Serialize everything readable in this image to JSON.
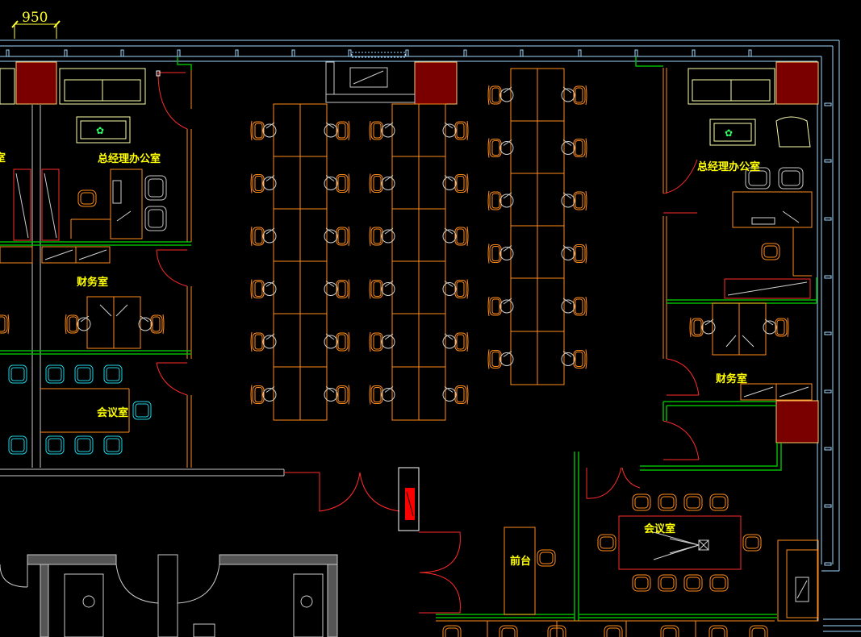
{
  "dimension": {
    "value": "950"
  },
  "rooms": {
    "gm_left": "总经理办公室",
    "gm_right": "总经理办公室",
    "finance_left": "财务室",
    "finance_right": "财务室",
    "meeting_left": "会议室",
    "meeting_right": "会议室",
    "reception": "前台",
    "edge_fragment": "室"
  },
  "colors": {
    "background": "#000000",
    "wall": "#9fd9ff",
    "column": "#7a0000",
    "door": "#ff2a2a",
    "partition": "#00b800",
    "furniture": "#ff8c1a",
    "chair_cyan": "#20d0e0",
    "label": "#ffff00",
    "gray": "#c8c8c8"
  }
}
